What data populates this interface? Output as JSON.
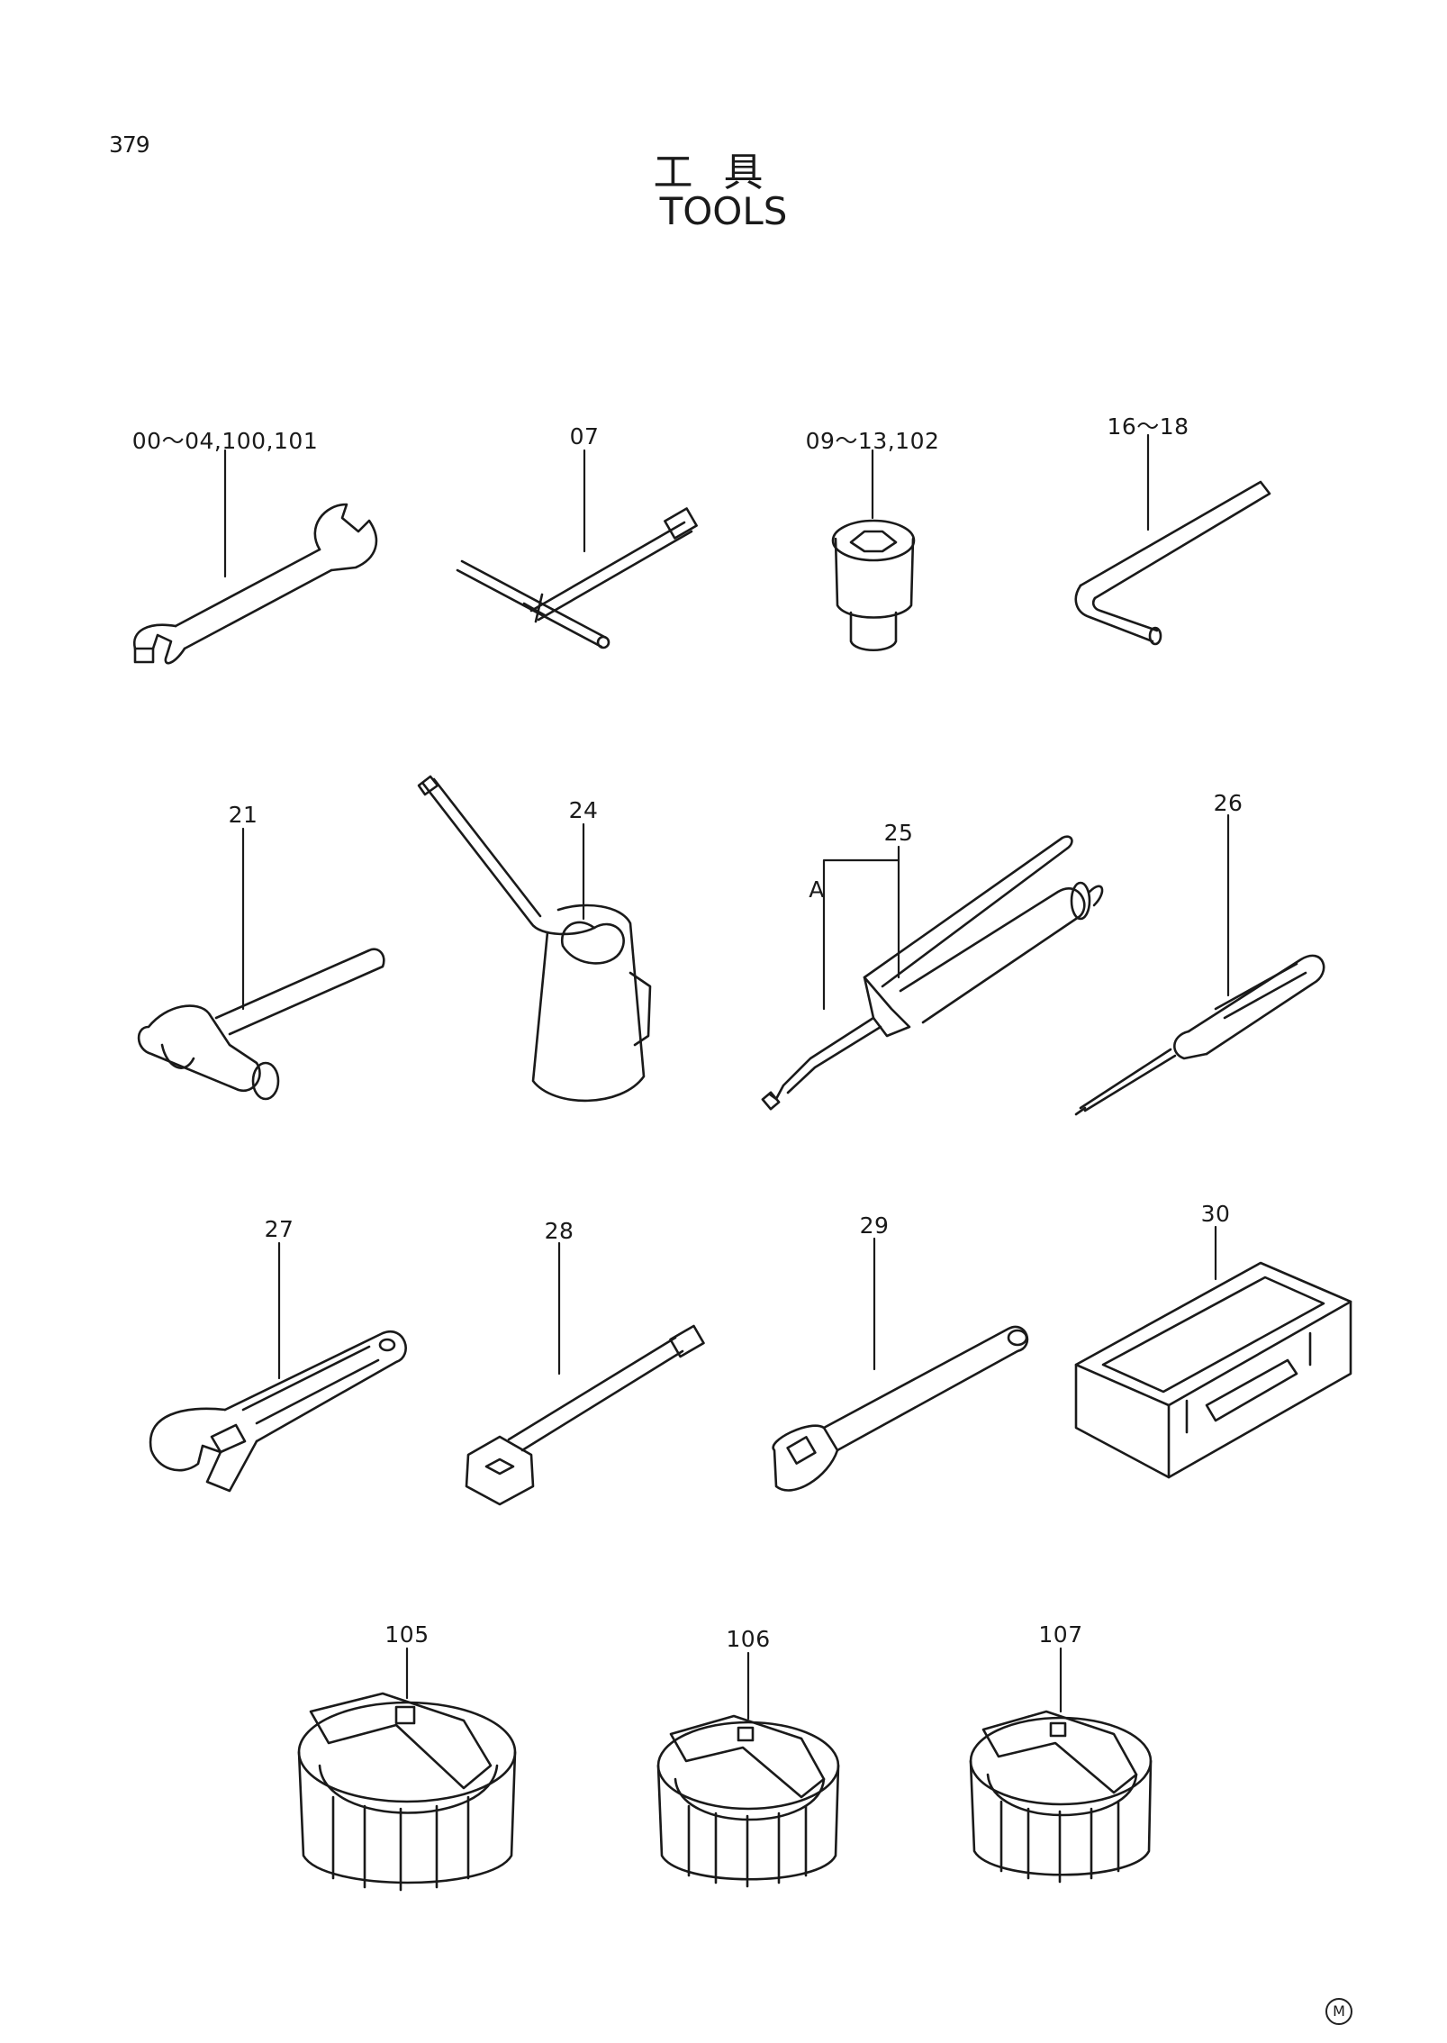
{
  "page": {
    "number": "379",
    "title_jp": "工具",
    "title_en": "TOOLS",
    "mark": "M"
  },
  "items": [
    {
      "id": "wrench",
      "label": "00～04,100,101"
    },
    {
      "id": "t-wrench",
      "label": "07"
    },
    {
      "id": "socket",
      "label": "09～13,102"
    },
    {
      "id": "hex-key",
      "label": "16～18"
    },
    {
      "id": "hammer",
      "label": "21"
    },
    {
      "id": "oil-can",
      "label": "24"
    },
    {
      "id": "grease-gun",
      "label": "25",
      "sub_label": "A"
    },
    {
      "id": "screwdriver",
      "label": "26"
    },
    {
      "id": "adjustable-wrench",
      "label": "27"
    },
    {
      "id": "extension-bar",
      "label": "28"
    },
    {
      "id": "ratchet-handle",
      "label": "29"
    },
    {
      "id": "tool-box",
      "label": "30"
    },
    {
      "id": "filter-wrench-105",
      "label": "105"
    },
    {
      "id": "filter-wrench-106",
      "label": "106"
    },
    {
      "id": "filter-wrench-107",
      "label": "107"
    }
  ]
}
